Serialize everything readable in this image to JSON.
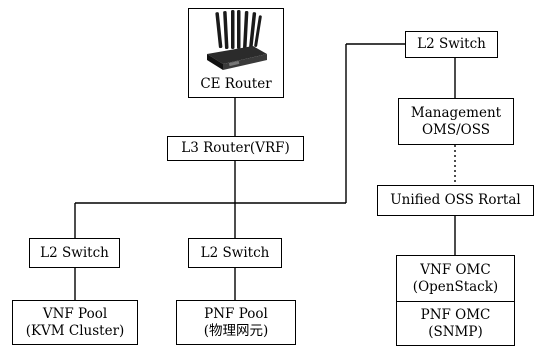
{
  "nodes": {
    "ce_router": "CE Router",
    "l3_router": "L3 Router(VRF)",
    "l2_switch_top": "L2 Switch",
    "management": [
      "Management",
      "OMS/OSS"
    ],
    "unified_oss": "Unified OSS Rortal",
    "l2_switch_left": "L2 Switch",
    "l2_switch_mid": "L2 Switch",
    "vnf_pool": [
      "VNF Pool",
      "(KVM Cluster)"
    ],
    "pnf_pool": [
      "PNF Pool",
      "(物理网元)"
    ],
    "vnf_omc": [
      "VNF OMC",
      "(OpenStack)"
    ],
    "pnf_omc": [
      "PNF OMC",
      "(SNMP)"
    ]
  },
  "icons": {
    "router": "router-with-antennas-icon"
  }
}
